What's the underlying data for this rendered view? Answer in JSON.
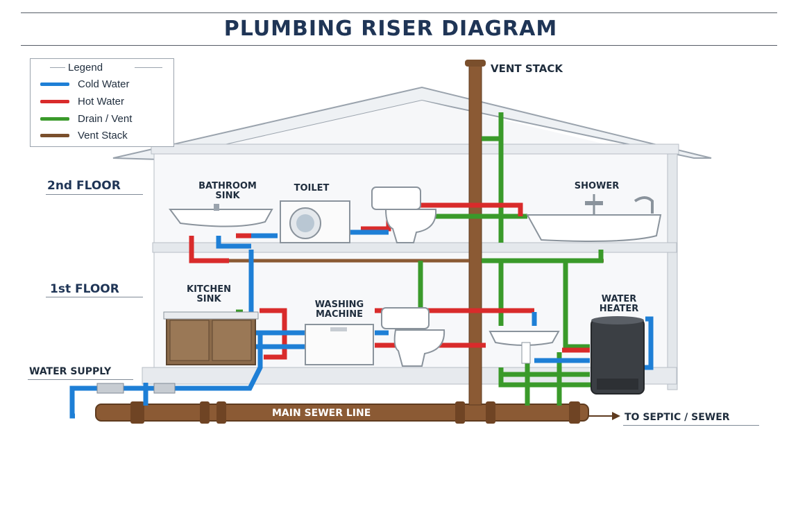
{
  "title": "PLUMBING RISER DIAGRAM",
  "legend": {
    "title": "Legend",
    "items": [
      {
        "label": "Cold Water",
        "color": "#1e7fd6"
      },
      {
        "label": "Hot Water",
        "color": "#d92b2b"
      },
      {
        "label": "Drain / Vent",
        "color": "#3a9a2a"
      },
      {
        "label": "Vent Stack",
        "color": "#7a4f2c"
      }
    ]
  },
  "labels": {
    "vent_stack": "VENT STACK",
    "floor2": "2nd FLOOR",
    "floor1": "1st FLOOR",
    "bathroom_sink": "BATHROOM\nSINK",
    "toilet": "TOILET",
    "shower": "SHOWER",
    "kitchen_sink": "KITCHEN\nSINK",
    "washing_machine": "WASHING\nMACHINE",
    "water_heater": "WATER\nHEATER",
    "water_supply": "WATER SUPPLY",
    "main_sewer": "MAIN SEWER LINE",
    "to_septic": "TO SEPTIC / SEWER"
  }
}
